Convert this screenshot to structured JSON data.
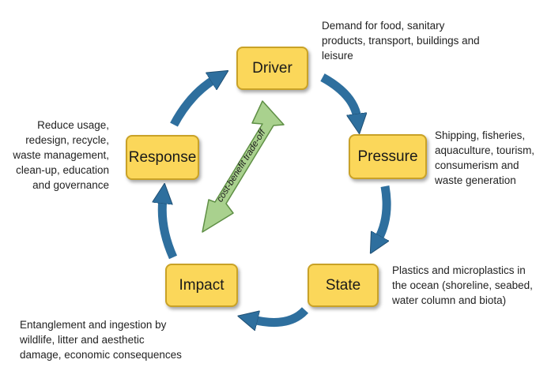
{
  "nodes": {
    "driver": "Driver",
    "pressure": "Pressure",
    "state": "State",
    "impact": "Impact",
    "response": "Response"
  },
  "descriptions": {
    "driver": [
      "Demand for food, sanitary",
      "products, transport, buildings and",
      "leisure"
    ],
    "pressure": [
      "Shipping, fisheries,",
      "aquaculture, tourism,",
      "consumerism and",
      "waste generation"
    ],
    "state": [
      "Plastics and microplastics in",
      "the ocean (shoreline, seabed,",
      "water column and biota)"
    ],
    "impact": [
      "Entanglement and ingestion by",
      "wildlife, litter and aesthetic",
      "damage, economic consequences"
    ],
    "response": [
      "Reduce usage,",
      "redesign, recycle,",
      "waste management,",
      "clean-up, education",
      "and governance"
    ]
  },
  "tradeoff_label": "cost-benefit trade-off",
  "colors": {
    "node_fill": "#fbd75a",
    "node_border": "#c9a227",
    "cycle_arrow": "#2e6f9e",
    "tradeoff_arrow": "#a9d18e"
  }
}
